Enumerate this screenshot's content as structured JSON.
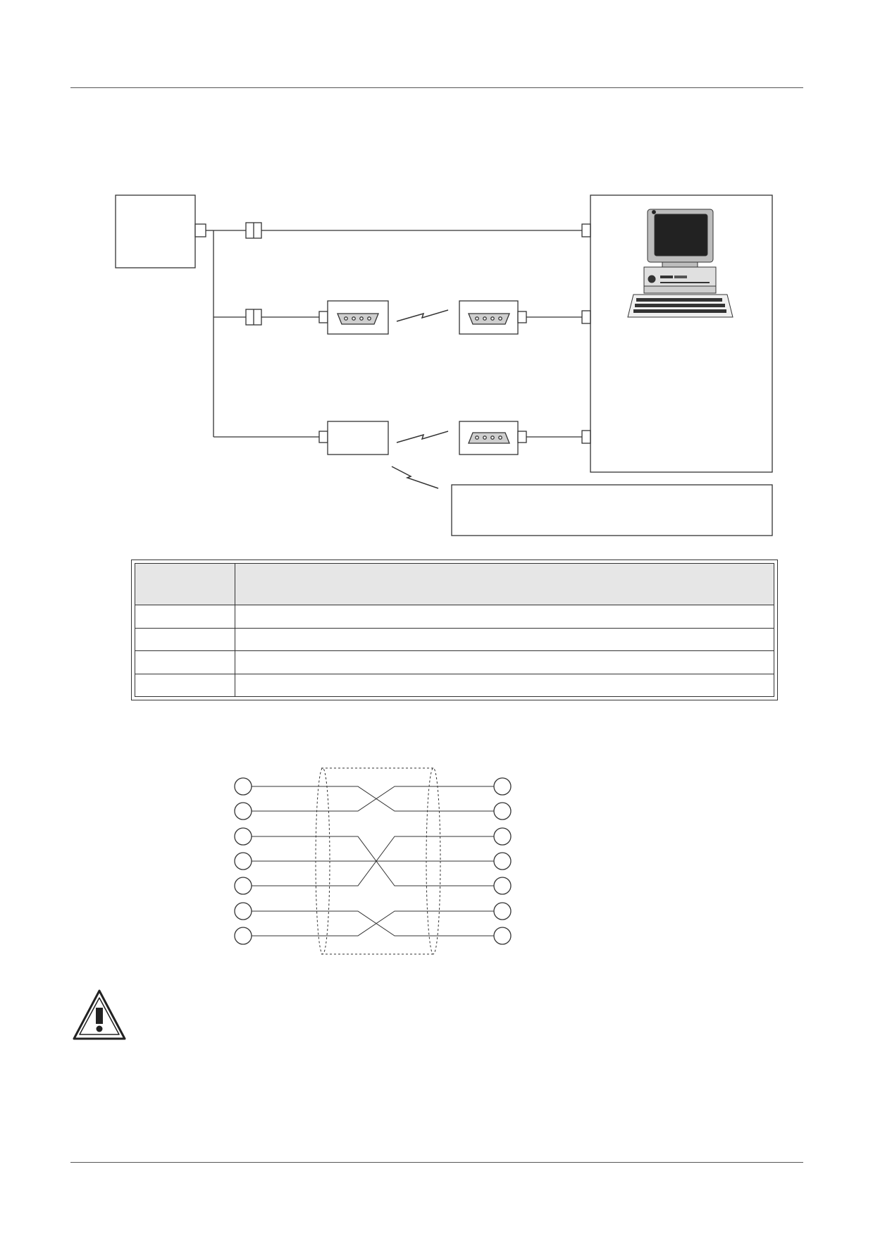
{
  "page": {
    "header_rule": true,
    "footer_rule": true
  },
  "connection_diagram": {
    "device_box": "",
    "pc_box_icon": "personal-computer-icon",
    "routes": [
      {
        "name": "direct-cable",
        "wireless": false
      },
      {
        "name": "infrared-link",
        "wireless": true
      },
      {
        "name": "radio-link",
        "wireless": true
      }
    ],
    "note_box": ""
  },
  "spec_table": {
    "headers": [
      "",
      ""
    ],
    "rows": [
      [
        "",
        ""
      ],
      [
        "",
        ""
      ],
      [
        "",
        ""
      ],
      [
        "",
        ""
      ]
    ]
  },
  "wiring_diagram": {
    "pins_per_side": 7,
    "left_pins": [
      "",
      "",
      "",
      "",
      "",
      "",
      ""
    ],
    "right_pins": [
      "",
      "",
      "",
      "",
      "",
      "",
      ""
    ],
    "connections": [
      [
        1,
        2
      ],
      [
        2,
        1
      ],
      [
        3,
        5
      ],
      [
        4,
        4
      ],
      [
        5,
        3
      ],
      [
        6,
        7
      ],
      [
        7,
        6
      ]
    ],
    "shield": "dashed-shield"
  },
  "caution": {
    "icon": "warning-triangle-icon",
    "text": ""
  },
  "colors": {
    "line": "#333333",
    "table_header": "#e6e6e6",
    "monitor_screen": "#222222",
    "monitor_body": "#bdbdbd"
  }
}
